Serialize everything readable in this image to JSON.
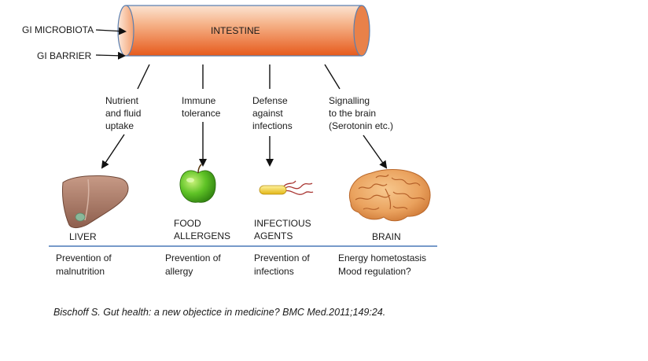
{
  "intestine": {
    "label": "INTESTINE",
    "colors": {
      "top": "#fbe3d2",
      "mid": "#f4a374",
      "bottom": "#e65a1c",
      "edge": "#5a7fb0"
    }
  },
  "side_labels": {
    "microbiota": "GI MICROBIOTA",
    "barrier": "GI BARRIER"
  },
  "functions": [
    {
      "label": "Nutrient\nand fluid\nuptake"
    },
    {
      "label": "Immune\ntolerance"
    },
    {
      "label": "Defense\nagainst\ninfections"
    },
    {
      "label": "Signalling\nto the brain\n(Serotonin etc.)"
    }
  ],
  "targets": [
    {
      "label": "LIVER",
      "icon": "liver-icon"
    },
    {
      "label": "FOOD\nALLERGENS",
      "icon": "apple-icon"
    },
    {
      "label": "INFECTIOUS\nAGENTS",
      "icon": "bacterium-icon"
    },
    {
      "label": "BRAIN",
      "icon": "brain-icon"
    }
  ],
  "outcomes": [
    {
      "text": "Prevention of\nmalnutrition"
    },
    {
      "text": "Prevention of\nallergy"
    },
    {
      "text": "Prevention of\ninfections"
    },
    {
      "text": "Energy hometostasis\nMood regulation?"
    }
  ],
  "divider_color": "#4a78b8",
  "citation": "Bischoff S. Gut health: a new objectice in medicine? BMC Med.2011;149:24."
}
